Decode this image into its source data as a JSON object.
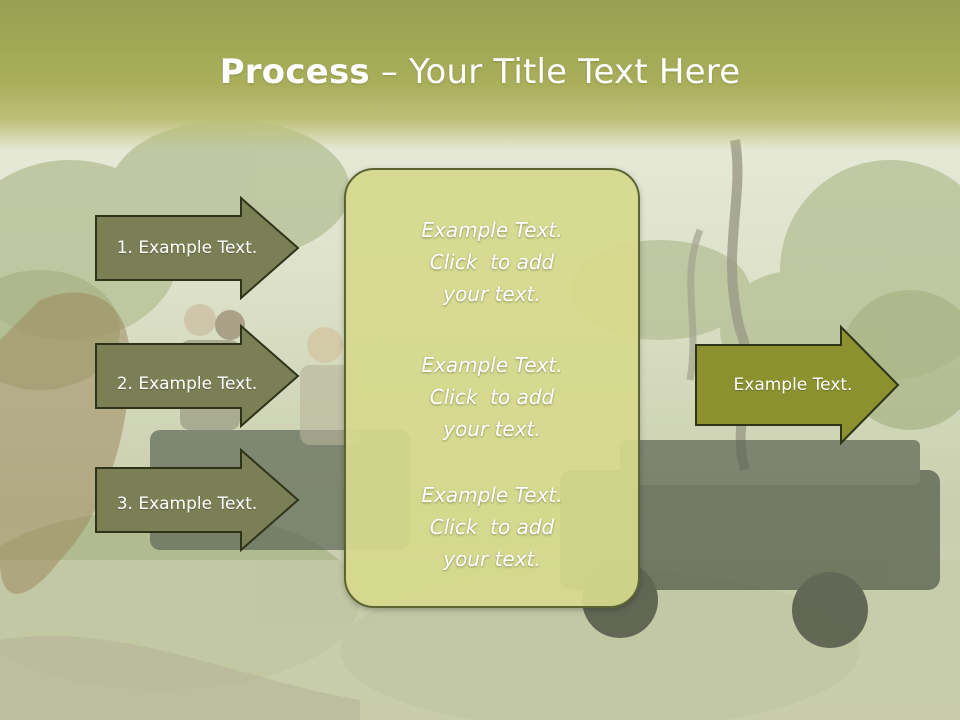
{
  "title": {
    "bold": "Process",
    "rest": " – Your Title Text Here"
  },
  "inputs": [
    {
      "label": "1. Example Text."
    },
    {
      "label": "2. Example Text."
    },
    {
      "label": "3. Example Text."
    }
  ],
  "center_items": [
    {
      "lines": [
        "Example Text.",
        "Click  to add",
        "your text."
      ]
    },
    {
      "lines": [
        "Example Text.",
        "Click  to add",
        "your text."
      ]
    },
    {
      "lines": [
        "Example Text.",
        "Click  to add",
        "your text."
      ]
    }
  ],
  "output": {
    "label": "Example Text."
  },
  "colors": {
    "title_band": "#a9ae5a",
    "input_arrow_fill": "#7b7f56",
    "output_arrow_fill": "#8c9130",
    "arrow_stroke": "#2f3318",
    "center_box_fill": "#d6d98c",
    "text": "#ffffff"
  }
}
